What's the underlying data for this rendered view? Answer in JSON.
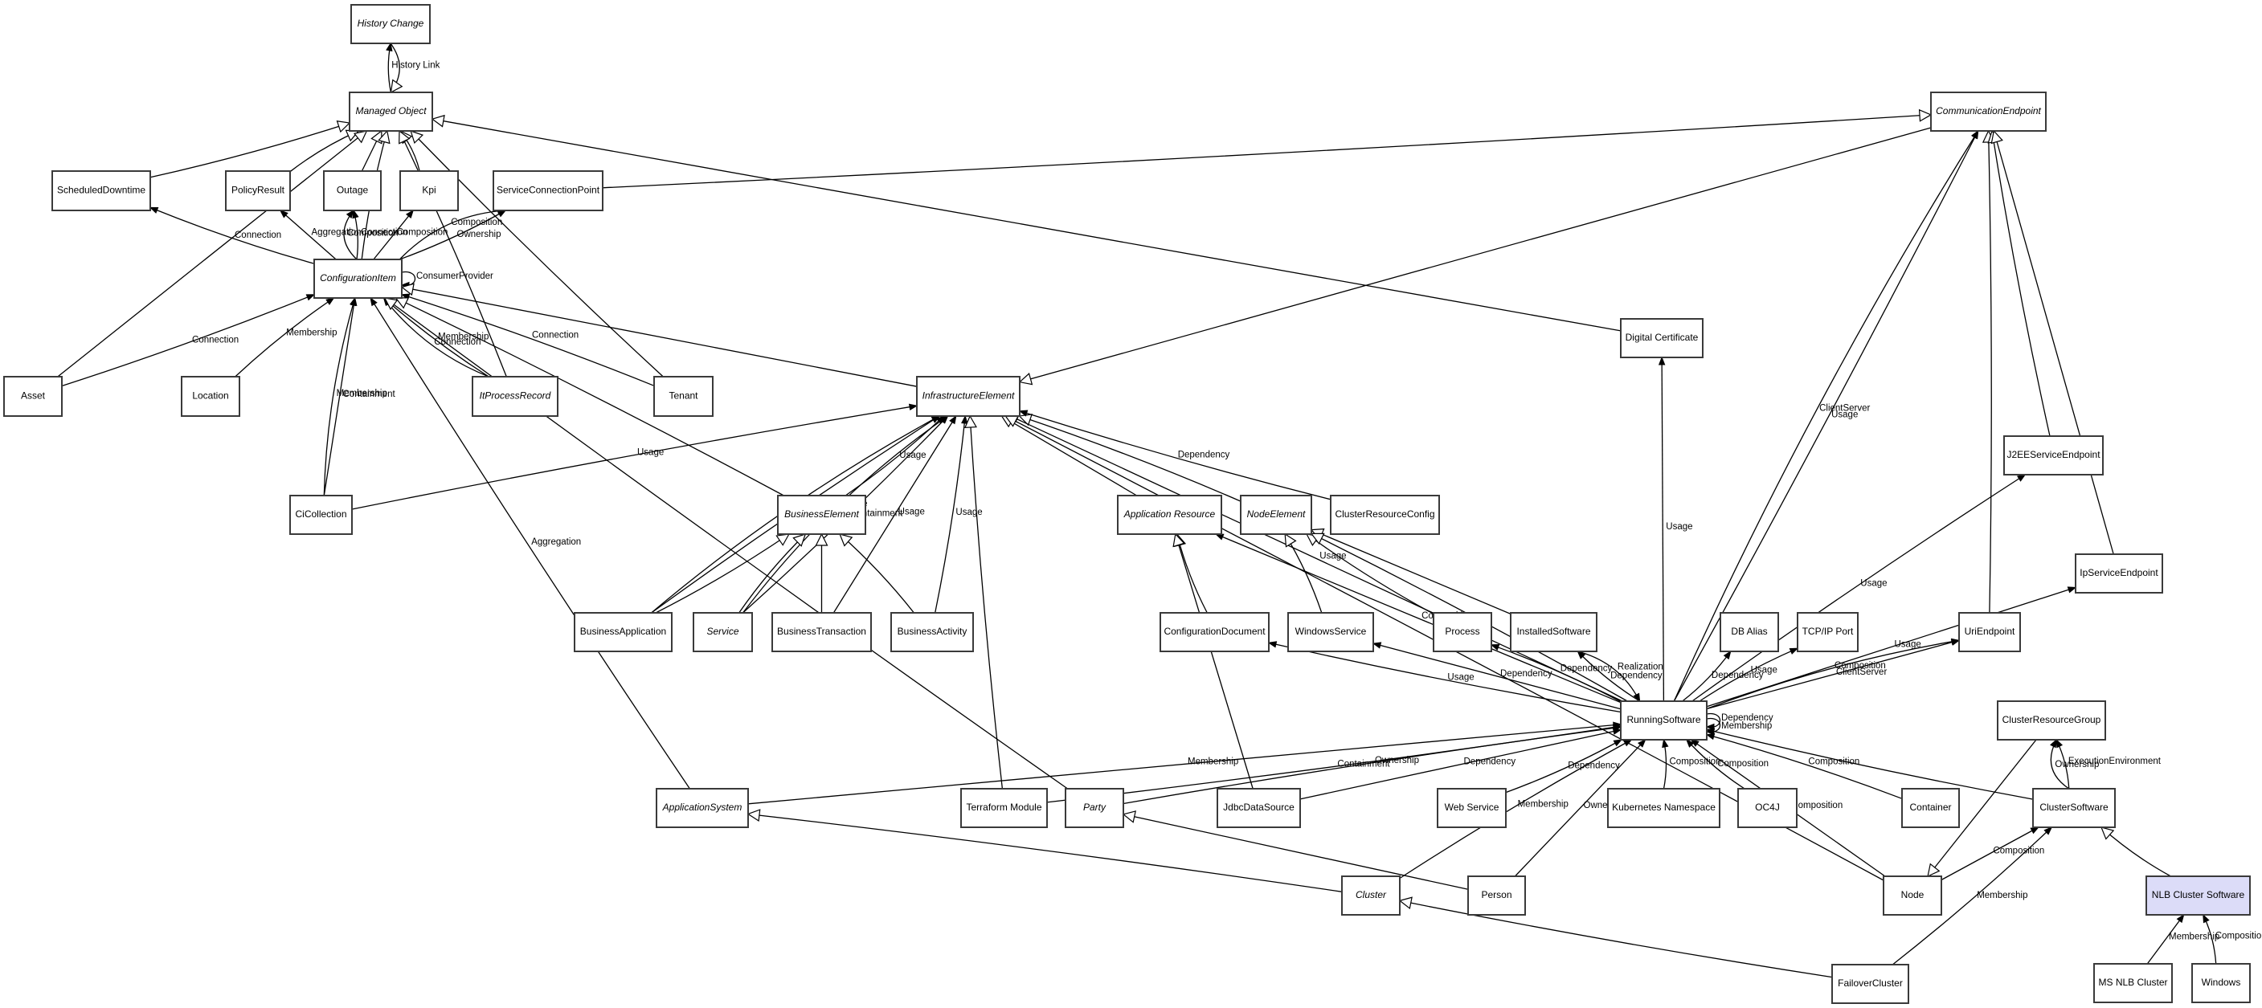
{
  "diagram": {
    "title": "CMDB Class Model",
    "highlight_color": "#dcdcf8",
    "nodes": [
      {
        "id": "history_change",
        "label": "History Change",
        "abstract": true
      },
      {
        "id": "managed_object",
        "label": "Managed Object",
        "abstract": true
      },
      {
        "id": "scheduled_downtime",
        "label": "ScheduledDowntime",
        "abstract": false
      },
      {
        "id": "policy_result",
        "label": "PolicyResult",
        "abstract": false
      },
      {
        "id": "outage",
        "label": "Outage",
        "abstract": false
      },
      {
        "id": "kpi",
        "label": "Kpi",
        "abstract": false
      },
      {
        "id": "service_connection_point",
        "label": "ServiceConnectionPoint",
        "abstract": false
      },
      {
        "id": "configuration_item",
        "label": "ConfigurationItem",
        "abstract": true
      },
      {
        "id": "asset",
        "label": "Asset",
        "abstract": false
      },
      {
        "id": "location",
        "label": "Location",
        "abstract": false
      },
      {
        "id": "it_process_record",
        "label": "ItProcessRecord",
        "abstract": true
      },
      {
        "id": "tenant",
        "label": "Tenant",
        "abstract": false
      },
      {
        "id": "ci_collection",
        "label": "CiCollection",
        "abstract": false
      },
      {
        "id": "infrastructure_element",
        "label": "InfrastructureElement",
        "abstract": true
      },
      {
        "id": "communication_endpoint",
        "label": "CommunicationEndpoint",
        "abstract": true
      },
      {
        "id": "digital_certificate",
        "label": "Digital Certificate",
        "abstract": false
      },
      {
        "id": "business_element",
        "label": "BusinessElement",
        "abstract": true
      },
      {
        "id": "application_resource",
        "label": "Application Resource",
        "abstract": true
      },
      {
        "id": "node_element",
        "label": "NodeElement",
        "abstract": true
      },
      {
        "id": "cluster_resource_config",
        "label": "ClusterResourceConfig",
        "abstract": false
      },
      {
        "id": "j2ee_service_endpoint",
        "label": "J2EEServiceEndpoint",
        "abstract": false
      },
      {
        "id": "ip_service_endpoint",
        "label": "IpServiceEndpoint",
        "abstract": false
      },
      {
        "id": "business_application",
        "label": "BusinessApplication",
        "abstract": false
      },
      {
        "id": "service",
        "label": "Service",
        "abstract": true
      },
      {
        "id": "business_transaction",
        "label": "BusinessTransaction",
        "abstract": false
      },
      {
        "id": "business_activity",
        "label": "BusinessActivity",
        "abstract": false
      },
      {
        "id": "configuration_document",
        "label": "ConfigurationDocument",
        "abstract": false
      },
      {
        "id": "windows_service",
        "label": "WindowsService",
        "abstract": false
      },
      {
        "id": "process",
        "label": "Process",
        "abstract": false
      },
      {
        "id": "installed_software",
        "label": "InstalledSoftware",
        "abstract": false
      },
      {
        "id": "db_alias",
        "label": "DB Alias",
        "abstract": false
      },
      {
        "id": "tcpip_port",
        "label": "TCP/IP Port",
        "abstract": false
      },
      {
        "id": "uri_endpoint",
        "label": "UriEndpoint",
        "abstract": false
      },
      {
        "id": "running_software",
        "label": "RunningSoftware",
        "abstract": false
      },
      {
        "id": "cluster_resource_group",
        "label": "ClusterResourceGroup",
        "abstract": false
      },
      {
        "id": "application_system",
        "label": "ApplicationSystem",
        "abstract": true
      },
      {
        "id": "terraform_module",
        "label": "Terraform Module",
        "abstract": false
      },
      {
        "id": "party",
        "label": "Party",
        "abstract": true
      },
      {
        "id": "jdbc_data_source",
        "label": "JdbcDataSource",
        "abstract": false
      },
      {
        "id": "web_service",
        "label": "Web Service",
        "abstract": false
      },
      {
        "id": "kubernetes_namespace",
        "label": "Kubernetes Namespace",
        "abstract": false
      },
      {
        "id": "oc4j",
        "label": "OC4J",
        "abstract": false
      },
      {
        "id": "container",
        "label": "Container",
        "abstract": false
      },
      {
        "id": "cluster_software",
        "label": "ClusterSoftware",
        "abstract": false
      },
      {
        "id": "cluster",
        "label": "Cluster",
        "abstract": true
      },
      {
        "id": "person",
        "label": "Person",
        "abstract": false
      },
      {
        "id": "node",
        "label": "Node",
        "abstract": false
      },
      {
        "id": "nlb_cluster_software",
        "label": "NLB Cluster Software",
        "abstract": false,
        "highlighted": true
      },
      {
        "id": "failover_cluster",
        "label": "FailoverCluster",
        "abstract": false
      },
      {
        "id": "ms_nlb_cluster",
        "label": "MS NLB Cluster",
        "abstract": false
      },
      {
        "id": "windows",
        "label": "Windows",
        "abstract": false
      }
    ],
    "edges": [
      {
        "from": "managed_object",
        "to": "history_change",
        "type": "association",
        "label": "History Link"
      },
      {
        "from": "history_change",
        "to": "managed_object",
        "type": "inheritance",
        "label": ""
      },
      {
        "from": "scheduled_downtime",
        "to": "managed_object",
        "type": "inheritance",
        "label": ""
      },
      {
        "from": "policy_result",
        "to": "managed_object",
        "type": "inheritance",
        "label": ""
      },
      {
        "from": "outage",
        "to": "managed_object",
        "type": "inheritance",
        "label": ""
      },
      {
        "from": "kpi",
        "to": "managed_object",
        "type": "inheritance",
        "label": ""
      },
      {
        "from": "configuration_item",
        "to": "managed_object",
        "type": "inheritance",
        "label": ""
      },
      {
        "from": "asset",
        "to": "managed_object",
        "type": "inheritance",
        "label": ""
      },
      {
        "from": "it_process_record",
        "to": "managed_object",
        "type": "inheritance",
        "label": ""
      },
      {
        "from": "tenant",
        "to": "managed_object",
        "type": "inheritance",
        "label": ""
      },
      {
        "from": "digital_certificate",
        "to": "managed_object",
        "type": "inheritance",
        "label": ""
      },
      {
        "from": "service_connection_point",
        "to": "communication_endpoint",
        "type": "inheritance",
        "label": ""
      },
      {
        "from": "configuration_item",
        "to": "scheduled_downtime",
        "type": "association",
        "label": "Connection"
      },
      {
        "from": "configuration_item",
        "to": "policy_result",
        "type": "association",
        "label": "Aggregation"
      },
      {
        "from": "configuration_item",
        "to": "outage",
        "type": "association",
        "label": "Connection"
      },
      {
        "from": "configuration_item",
        "to": "outage",
        "type": "association",
        "label": "Composition"
      },
      {
        "from": "configuration_item",
        "to": "kpi",
        "type": "association",
        "label": "Composition"
      },
      {
        "from": "configuration_item",
        "to": "service_connection_point",
        "type": "association",
        "label": "Ownership"
      },
      {
        "from": "configuration_item",
        "to": "service_connection_point",
        "type": "association",
        "label": "Composition"
      },
      {
        "from": "configuration_item",
        "to": "configuration_item",
        "type": "association",
        "label": "ConsumerProvider"
      },
      {
        "from": "asset",
        "to": "configuration_item",
        "type": "association",
        "label": "Connection"
      },
      {
        "from": "location",
        "to": "configuration_item",
        "type": "association",
        "label": "Membership"
      },
      {
        "from": "ci_collection",
        "to": "configuration_item",
        "type": "association",
        "label": "Containment"
      },
      {
        "from": "ci_collection",
        "to": "configuration_item",
        "type": "association",
        "label": "Membership"
      },
      {
        "from": "it_process_record",
        "to": "configuration_item",
        "type": "association",
        "label": "Membership"
      },
      {
        "from": "it_process_record",
        "to": "configuration_item",
        "type": "association",
        "label": "Connection"
      },
      {
        "from": "tenant",
        "to": "configuration_item",
        "type": "association",
        "label": "Connection"
      },
      {
        "from": "application_system",
        "to": "configuration_item",
        "type": "association",
        "label": "Aggregation"
      },
      {
        "from": "infrastructure_element",
        "to": "configuration_item",
        "type": "inheritance",
        "label": ""
      },
      {
        "from": "business_element",
        "to": "configuration_item",
        "type": "inheritance",
        "label": ""
      },
      {
        "from": "ci_collection",
        "to": "infrastructure_element",
        "type": "association",
        "label": "Usage"
      },
      {
        "from": "communication_endpoint",
        "to": "infrastructure_element",
        "type": "inheritance",
        "label": ""
      },
      {
        "from": "business_element",
        "to": "infrastructure_element",
        "type": "association",
        "label": "Usage"
      },
      {
        "from": "business_application",
        "to": "infrastructure_element",
        "type": "association",
        "label": "Usage"
      },
      {
        "from": "business_application",
        "to": "infrastructure_element",
        "type": "association",
        "label": "Containment"
      },
      {
        "from": "service",
        "to": "infrastructure_element",
        "type": "association",
        "label": "Containment"
      },
      {
        "from": "service",
        "to": "infrastructure_element",
        "type": "association",
        "label": "Usage"
      },
      {
        "from": "business_transaction",
        "to": "infrastructure_element",
        "type": "association",
        "label": "Usage"
      },
      {
        "from": "business_activity",
        "to": "infrastructure_element",
        "type": "association",
        "label": "Usage"
      },
      {
        "from": "terraform_module",
        "to": "infrastructure_element",
        "type": "inheritance",
        "label": ""
      },
      {
        "from": "application_resource",
        "to": "infrastructure_element",
        "type": "inheritance",
        "label": ""
      },
      {
        "from": "node_element",
        "to": "infrastructure_element",
        "type": "inheritance",
        "label": ""
      },
      {
        "from": "cluster_resource_config",
        "to": "infrastructure_element",
        "type": "association",
        "label": "Dependency"
      },
      {
        "from": "running_software",
        "to": "infrastructure_element",
        "type": "association",
        "label": "Usage"
      },
      {
        "from": "business_application",
        "to": "business_element",
        "type": "inheritance",
        "label": ""
      },
      {
        "from": "service",
        "to": "business_element",
        "type": "inheritance",
        "label": ""
      },
      {
        "from": "business_transaction",
        "to": "business_element",
        "type": "inheritance",
        "label": ""
      },
      {
        "from": "business_activity",
        "to": "business_element",
        "type": "inheritance",
        "label": ""
      },
      {
        "from": "configuration_document",
        "to": "application_resource",
        "type": "inheritance",
        "label": ""
      },
      {
        "from": "running_software",
        "to": "application_resource",
        "type": "association",
        "label": "Composition"
      },
      {
        "from": "windows_service",
        "to": "node_element",
        "type": "inheritance",
        "label": ""
      },
      {
        "from": "process",
        "to": "node_element",
        "type": "inheritance",
        "label": ""
      },
      {
        "from": "installed_software",
        "to": "node_element",
        "type": "inheritance",
        "label": ""
      },
      {
        "from": "running_software",
        "to": "node_element",
        "type": "inheritance",
        "label": ""
      },
      {
        "from": "running_software",
        "to": "configuration_document",
        "type": "association",
        "label": "Usage"
      },
      {
        "from": "running_software",
        "to": "windows_service",
        "type": "association",
        "label": "Dependency"
      },
      {
        "from": "running_software",
        "to": "process",
        "type": "association",
        "label": "Dependency"
      },
      {
        "from": "running_software",
        "to": "installed_software",
        "type": "association",
        "label": "Dependency"
      },
      {
        "from": "installed_software",
        "to": "running_software",
        "type": "association",
        "label": "Realization"
      },
      {
        "from": "running_software",
        "to": "db_alias",
        "type": "association",
        "label": "Dependency"
      },
      {
        "from": "running_software",
        "to": "tcpip_port",
        "type": "association",
        "label": "Usage"
      },
      {
        "from": "running_software",
        "to": "digital_certificate",
        "type": "association",
        "label": "Usage"
      },
      {
        "from": "running_software",
        "to": "communication_endpoint",
        "type": "association",
        "label": "Usage"
      },
      {
        "from": "running_software",
        "to": "communication_endpoint",
        "type": "association",
        "label": "ClientServer"
      },
      {
        "from": "running_software",
        "to": "uri_endpoint",
        "type": "association",
        "label": "ClientServer"
      },
      {
        "from": "running_software",
        "to": "uri_endpoint",
        "type": "association",
        "label": "Composition"
      },
      {
        "from": "running_software",
        "to": "j2ee_service_endpoint",
        "type": "association",
        "label": "Usage"
      },
      {
        "from": "running_software",
        "to": "ip_service_endpoint",
        "type": "association",
        "label": "Usage"
      },
      {
        "from": "uri_endpoint",
        "to": "communication_endpoint",
        "type": "inheritance",
        "label": ""
      },
      {
        "from": "j2ee_service_endpoint",
        "to": "communication_endpoint",
        "type": "inheritance",
        "label": ""
      },
      {
        "from": "ip_service_endpoint",
        "to": "communication_endpoint",
        "type": "inheritance",
        "label": ""
      },
      {
        "from": "running_software",
        "to": "running_software",
        "type": "association",
        "label": "Dependency"
      },
      {
        "from": "running_software",
        "to": "running_software",
        "type": "association",
        "label": "Membership"
      },
      {
        "from": "application_system",
        "to": "running_software",
        "type": "association",
        "label": "Membership"
      },
      {
        "from": "terraform_module",
        "to": "running_software",
        "type": "association",
        "label": "Containment"
      },
      {
        "from": "party",
        "to": "running_software",
        "type": "association",
        "label": "Ownership"
      },
      {
        "from": "jdbc_data_source",
        "to": "running_software",
        "type": "association",
        "label": "Dependency"
      },
      {
        "from": "web_service",
        "to": "running_software",
        "type": "association",
        "label": "Dependency"
      },
      {
        "from": "cluster",
        "to": "running_software",
        "type": "association",
        "label": "Membership"
      },
      {
        "from": "person",
        "to": "running_software",
        "type": "association",
        "label": "Ownership"
      },
      {
        "from": "kubernetes_namespace",
        "to": "running_software",
        "type": "association",
        "label": "Composition"
      },
      {
        "from": "oc4j",
        "to": "running_software",
        "type": "association",
        "label": "Composition"
      },
      {
        "from": "node",
        "to": "running_software",
        "type": "association",
        "label": "Composition"
      },
      {
        "from": "container",
        "to": "running_software",
        "type": "association",
        "label": "Composition"
      },
      {
        "from": "cluster_software",
        "to": "running_software",
        "type": "association",
        "label": ""
      },
      {
        "from": "jdbc_data_source",
        "to": "application_resource",
        "type": "inheritance",
        "label": ""
      },
      {
        "from": "node",
        "to": "infrastructure_element",
        "type": "inheritance",
        "label": ""
      },
      {
        "from": "party",
        "to": "configuration_item",
        "type": "inheritance",
        "label": ""
      },
      {
        "from": "person",
        "to": "party",
        "type": "inheritance",
        "label": ""
      },
      {
        "from": "cluster",
        "to": "application_system",
        "type": "inheritance",
        "label": ""
      },
      {
        "from": "failover_cluster",
        "to": "cluster",
        "type": "inheritance",
        "label": ""
      },
      {
        "from": "cluster_resource_group",
        "to": "node",
        "type": "inheritance",
        "label": ""
      },
      {
        "from": "cluster_software",
        "to": "cluster_resource_group",
        "type": "association",
        "label": "ExecutionEnvironment"
      },
      {
        "from": "cluster_software",
        "to": "cluster_resource_group",
        "type": "association",
        "label": "Ownership"
      },
      {
        "from": "node",
        "to": "cluster_software",
        "type": "association",
        "label": "Composition"
      },
      {
        "from": "failover_cluster",
        "to": "cluster_software",
        "type": "association",
        "label": "Membership"
      },
      {
        "from": "nlb_cluster_software",
        "to": "cluster_software",
        "type": "inheritance",
        "label": ""
      },
      {
        "from": "ms_nlb_cluster",
        "to": "nlb_cluster_software",
        "type": "association",
        "label": "Membership"
      },
      {
        "from": "windows",
        "to": "nlb_cluster_software",
        "type": "association",
        "label": "Composition"
      }
    ]
  }
}
